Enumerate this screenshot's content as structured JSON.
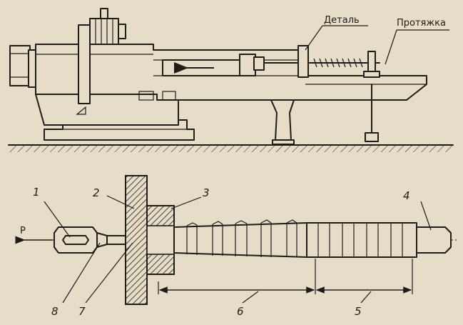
{
  "labels": {
    "part": "Деталь",
    "broach": "Протяжка",
    "force": "P",
    "n1": "1",
    "n2": "2",
    "n3": "3",
    "n4": "4",
    "n5": "5",
    "n6": "6",
    "n7": "7",
    "n8": "8"
  },
  "colors": {
    "paper": "#e6ddc8",
    "ink": "#1f1c18"
  }
}
